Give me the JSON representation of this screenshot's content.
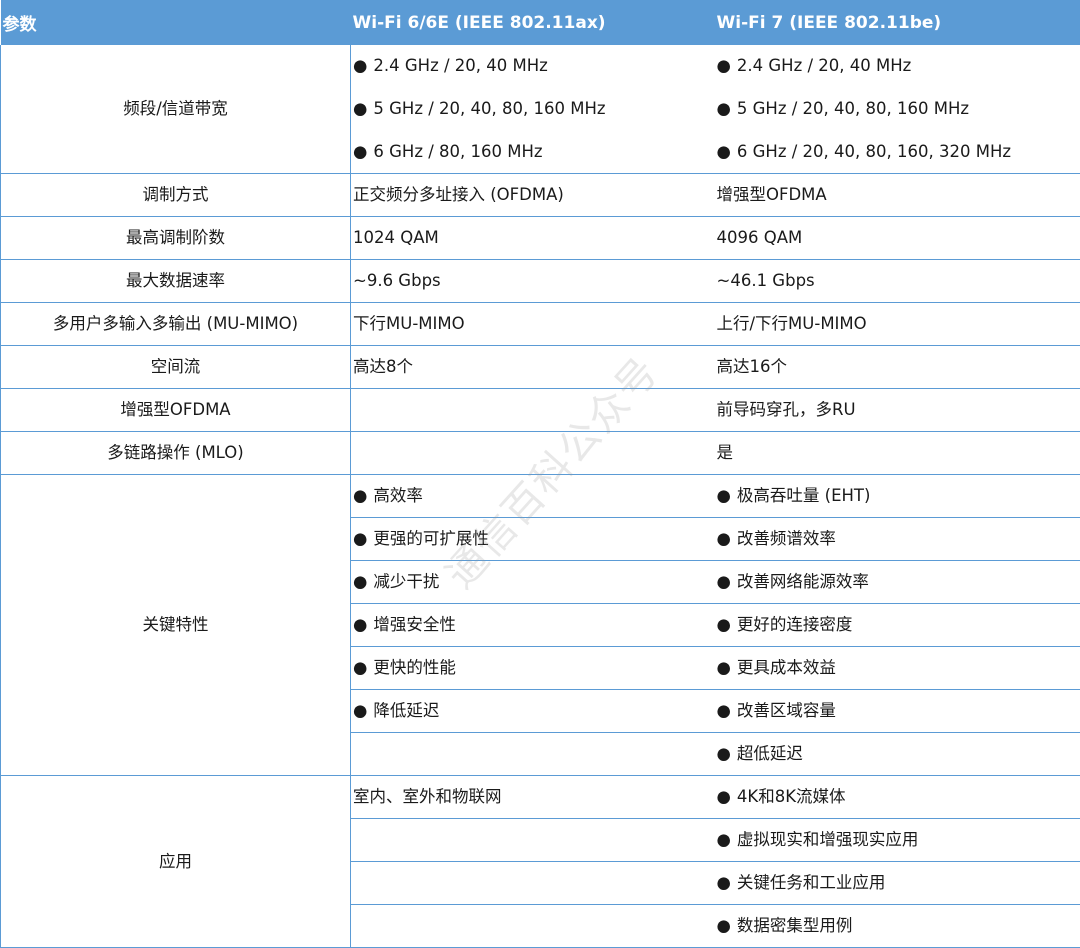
{
  "header": {
    "col1": "参数",
    "col2": "Wi-Fi 6/6E (IEEE 802.11ax)",
    "col3": "Wi-Fi 7 (IEEE 802.11be)"
  },
  "bullet": "●",
  "rows": {
    "band": {
      "param": "频段/信道带宽",
      "wifi6": [
        "2.4 GHz / 20, 40 MHz",
        "5 GHz / 20, 40, 80, 160 MHz",
        "6 GHz / 80, 160 MHz"
      ],
      "wifi7": [
        "2.4 GHz / 20, 40 MHz",
        "5 GHz / 20, 40, 80, 160 MHz",
        "6 GHz / 20, 40, 80, 160, 320 MHz"
      ]
    },
    "modulation": {
      "param": "调制方式",
      "wifi6": "正交频分多址接入 (OFDMA)",
      "wifi7": "增强型OFDMA"
    },
    "max_qam": {
      "param": "最高调制阶数",
      "wifi6": "1024 QAM",
      "wifi7": "4096 QAM"
    },
    "max_rate": {
      "param": "最大数据速率",
      "wifi6": "~9.6 Gbps",
      "wifi7": "~46.1 Gbps"
    },
    "mu_mimo": {
      "param": "多用户多输入多输出 (MU-MIMO)",
      "wifi6": "下行MU-MIMO",
      "wifi7": "上行/下行MU-MIMO"
    },
    "streams": {
      "param": "空间流",
      "wifi6": "高达8个",
      "wifi7": "高达16个"
    },
    "ofdma_plus": {
      "param": "增强型OFDMA",
      "wifi6": "",
      "wifi7": "前导码穿孔，多RU"
    },
    "mlo": {
      "param": "多链路操作 (MLO)",
      "wifi6": "",
      "wifi7": "是"
    },
    "features": {
      "param": "关键特性",
      "wifi6": [
        "高效率",
        "更强的可扩展性",
        "减少干扰",
        "增强安全性",
        "更快的性能",
        "降低延迟"
      ],
      "wifi7": [
        "极高吞吐量 (EHT)",
        "改善频谱效率",
        "改善网络能源效率",
        "更好的连接密度",
        "更具成本效益",
        "改善区域容量",
        "超低延迟"
      ]
    },
    "applications": {
      "param": "应用",
      "wifi6": "室内、室外和物联网",
      "wifi7": [
        "4K和8K流媒体",
        "虚拟现实和增强现实应用",
        "关键任务和工业应用",
        "数据密集型用例"
      ]
    }
  },
  "watermark": "通信百科公众号"
}
